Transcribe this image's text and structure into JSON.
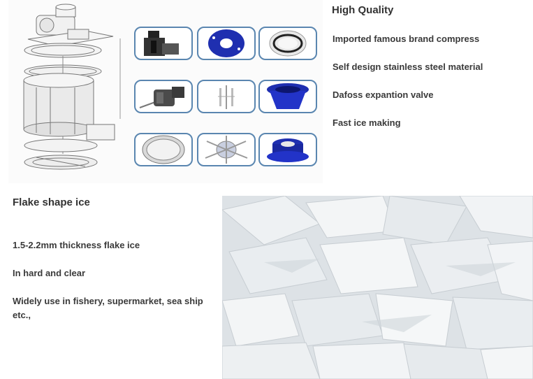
{
  "features": {
    "title": "High Quality",
    "items": [
      "Imported famous brand compress",
      "Self design stainless steel material",
      "Dafoss expantion valve",
      "Fast ice making"
    ]
  },
  "flake": {
    "title": "Flake shape ice",
    "descriptions": [
      "1.5-2.2mm thickness flake ice",
      "In hard and clear",
      "Widely use in fishery, supermarket, sea ship etc.,"
    ]
  },
  "colors": {
    "component_blue": "#1f2fb0",
    "thumb_border": "#5a86b0",
    "text": "#3a3a3a"
  }
}
